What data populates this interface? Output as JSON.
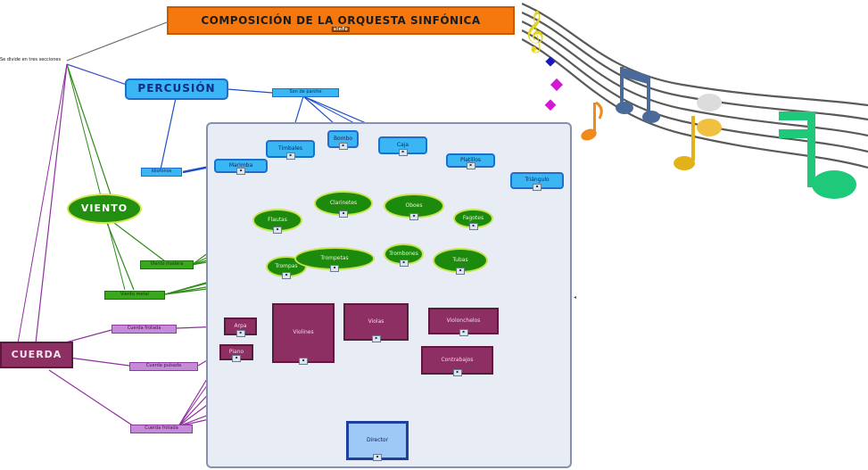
{
  "title": "COMPOSICIÓN DE LA ORQUESTA SINFÓNICA",
  "title_tag": "sinfo",
  "intro_label": "Se divide en tres secciones",
  "sections": {
    "percusion": "PERCUSIÓN",
    "viento": "VIENTO",
    "cuerda": "CUERDA"
  },
  "percusion": {
    "conn_top": "Son de parche",
    "conn_left": "Idiófonos",
    "nodes": [
      "Timbales",
      "Bombo",
      "Caja",
      "Platillos",
      "Marimba",
      "Triángulo"
    ]
  },
  "viento": {
    "conn_madera": "Viento madera",
    "conn_metal": "Viento metal",
    "madera": [
      "Flautas",
      "Clarinetes",
      "Oboes",
      "Fagotes"
    ],
    "metal": [
      "Trompas",
      "Trompetas",
      "Trombones",
      "Tubas"
    ]
  },
  "cuerda": {
    "conn_frotada": "Cuerda frotada",
    "conn_pulsada": "Cuerda pulsada",
    "conn_bottom": "Cuerda frotada",
    "small": [
      "Arpa",
      "Piano"
    ],
    "large": [
      "Violines",
      "Violas",
      "Violonchelos",
      "Contrabajos"
    ]
  },
  "director": "Director",
  "colors": {
    "title_bg": "#f5780f",
    "percusion": "#3ab6f5",
    "viento": "#1b8a0d",
    "cuerda": "#8e2f63",
    "panel": "#e8ecf5"
  },
  "decor": [
    "music-staff-icon",
    "music-note-icon"
  ]
}
